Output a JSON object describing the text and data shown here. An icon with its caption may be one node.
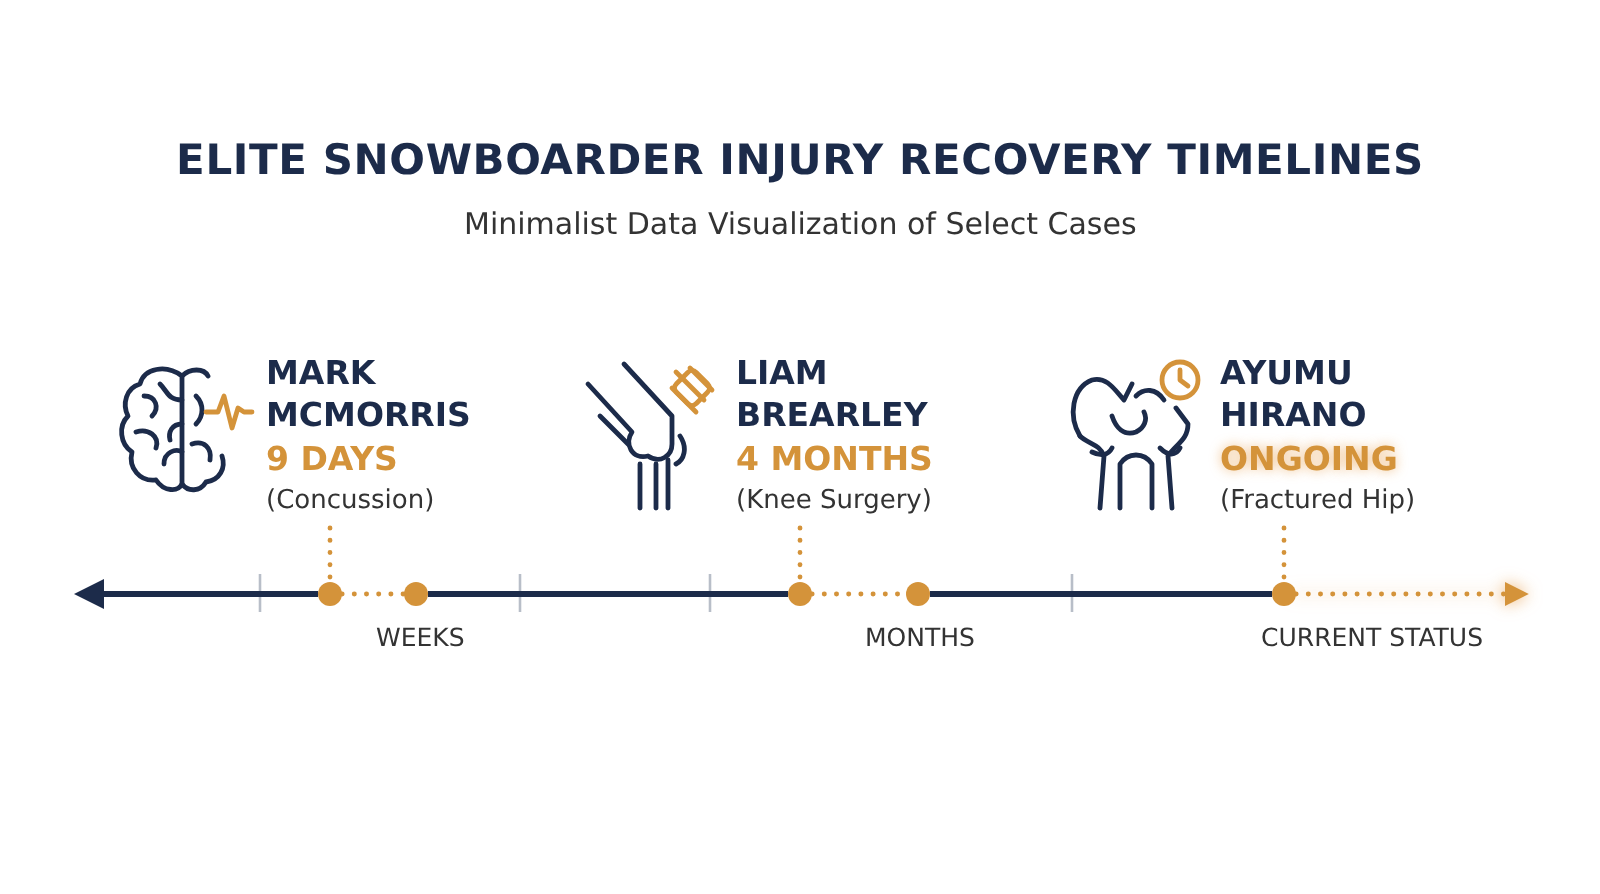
{
  "diagram": {
    "title": "ELITE SNOWBOARDER INJURY RECOVERY TIMELINES",
    "nodes": [
      {
        "text": [
          "MARK MCMORRIS",
          "9 DAYS",
          "(Concussion)"
        ]
      },
      {
        "text": [
          "LIAM BREARLEY",
          "4 MONTHS",
          "(Knee Surgery)"
        ]
      },
      {
        "text": [
          "AYUMU HIRANO",
          "ONGOING",
          "(Fractured Hip)"
        ]
      },
      {
        "text": [],
        "shape": "circle"
      },
      {
        "text": [],
        "shape": "circle"
      },
      {
        "text": [],
        "shape": "circle"
      },
      {
        "text": [],
        "shape": "circle"
      },
      {
        "text": [],
        "shape": "circle"
      }
    ],
    "edges": [
      {
        "from": 3,
        "to": null,
        "arrow": "to",
        "color": "#1c2b4a"
      },
      {
        "from": 0,
        "to": 3,
        "arrow": "none",
        "style": "dashed"
      },
      {
        "from": 3,
        "to": 4,
        "arrow": "none",
        "style": "dashed"
      },
      {
        "from": 4,
        "to": 5,
        "arrow": "none",
        "color": "#1c2b4a"
      },
      {
        "from": 1,
        "to": 5,
        "arrow": "none",
        "style": "dashed"
      },
      {
        "from": 5,
        "to": 6,
        "arrow": "none",
        "style": "dashed"
      },
      {
        "from": 6,
        "to": 7,
        "arrow": "none",
        "color": "#1c2b4a"
      },
      {
        "from": 2,
        "to": 7,
        "arrow": "none",
        "style": "dashed"
      },
      {
        "from": 7,
        "to": null,
        "arrow": "to",
        "style": "dashed"
      }
    ],
    "labels": [
      "Minimalist Data Visualization of Select Cases",
      "WEEKS",
      "MONTHS",
      "CURRENT STATUS"
    ]
  }
}
